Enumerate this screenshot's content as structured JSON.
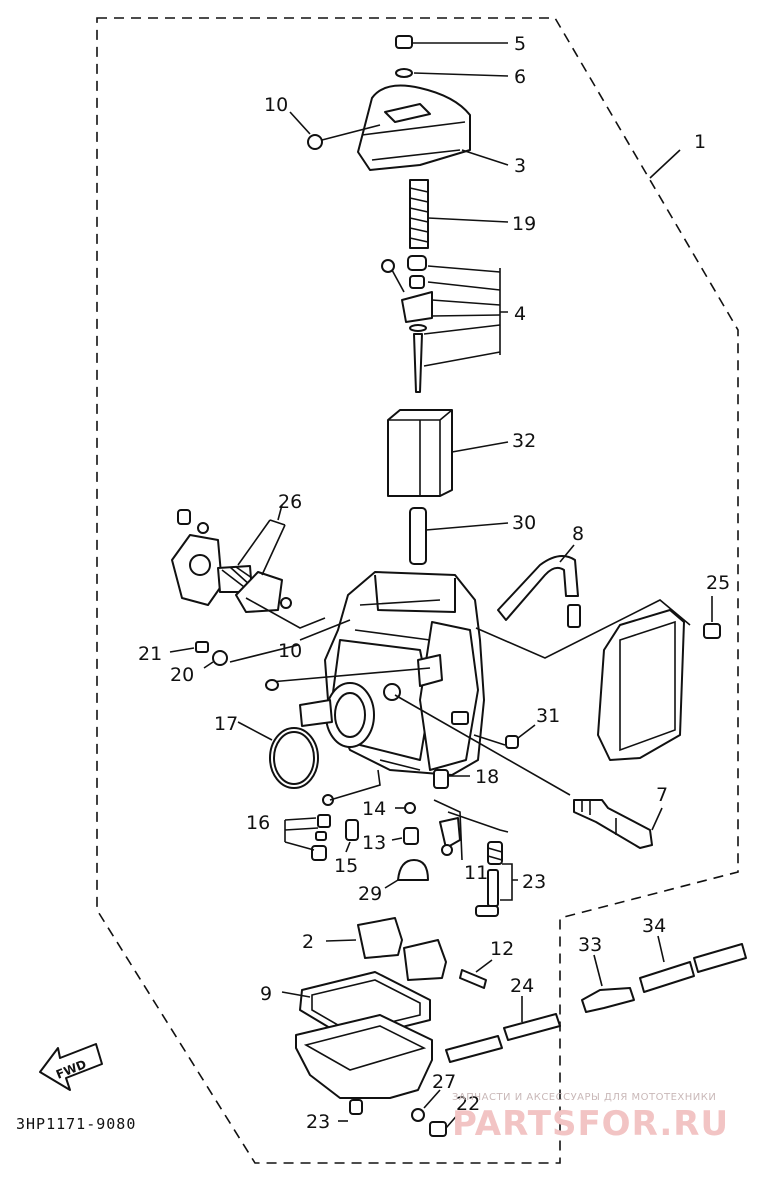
{
  "diagram": {
    "part_numbers": {
      "p1": "1",
      "p2": "2",
      "p3": "3",
      "p4": "4",
      "p5": "5",
      "p6": "6",
      "p7": "7",
      "p8": "8",
      "p9": "9",
      "p10a": "10",
      "p10b": "10",
      "p11": "11",
      "p12": "12",
      "p13": "13",
      "p14": "14",
      "p15": "15",
      "p16": "16",
      "p17": "17",
      "p18": "18",
      "p19": "19",
      "p20": "20",
      "p21": "21",
      "p22": "22",
      "p23a": "23",
      "p23b": "23",
      "p24": "24",
      "p25": "25",
      "p26": "26",
      "p27": "27",
      "p29": "29",
      "p30": "30",
      "p31": "31",
      "p32": "32",
      "p33": "33",
      "p34": "34"
    },
    "direction_label": "FWD",
    "drawing_code": "3HP1171-9080"
  },
  "watermark": {
    "tagline": "ЗАПЧАСТИ И АКСЕССУАРЫ ДЛЯ МОТОТЕХНИКИ",
    "logo": "PARTSFOR.RU"
  },
  "icons": {
    "fwd_arrow": "fwd-arrow-icon"
  },
  "colors": {
    "line": "#111111",
    "background": "#ffffff",
    "watermark": "#f2c4c4"
  }
}
